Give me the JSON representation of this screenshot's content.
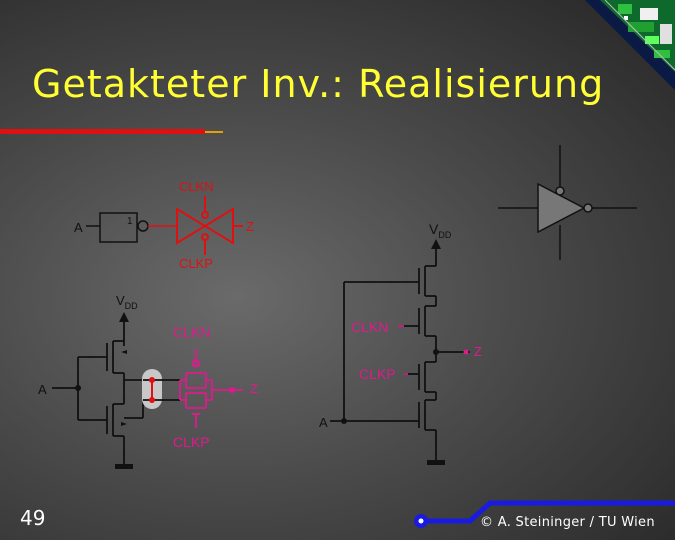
{
  "slide": {
    "title": "Getakteter Inv.: Realisierung",
    "page_number": "49",
    "copyright": "© A. Steininger / TU Wien"
  },
  "symbol_diagram": {
    "input_label": "A",
    "gate_label": "1",
    "clkn_label": "CLKN",
    "clkp_label": "CLKP",
    "output_label": "Z"
  },
  "cmos_left": {
    "vdd_label": "V",
    "vdd_sub": "DD",
    "input_label": "A",
    "clkn_label": "CLKN",
    "clkp_label": "CLKP",
    "output_label": "Z"
  },
  "cmos_right": {
    "vdd_label": "V",
    "vdd_sub": "DD",
    "input_label": "A",
    "clkn_label": "CLKN",
    "clkp_label": "CLKP",
    "output_label": "Z"
  },
  "colors": {
    "title": "#ffff33",
    "wire": "#000000",
    "clock": "#e01a8c",
    "transmission_gate": "#e01010",
    "highlight": "#c8c8c8",
    "accent_line": "#1a1ae0"
  }
}
